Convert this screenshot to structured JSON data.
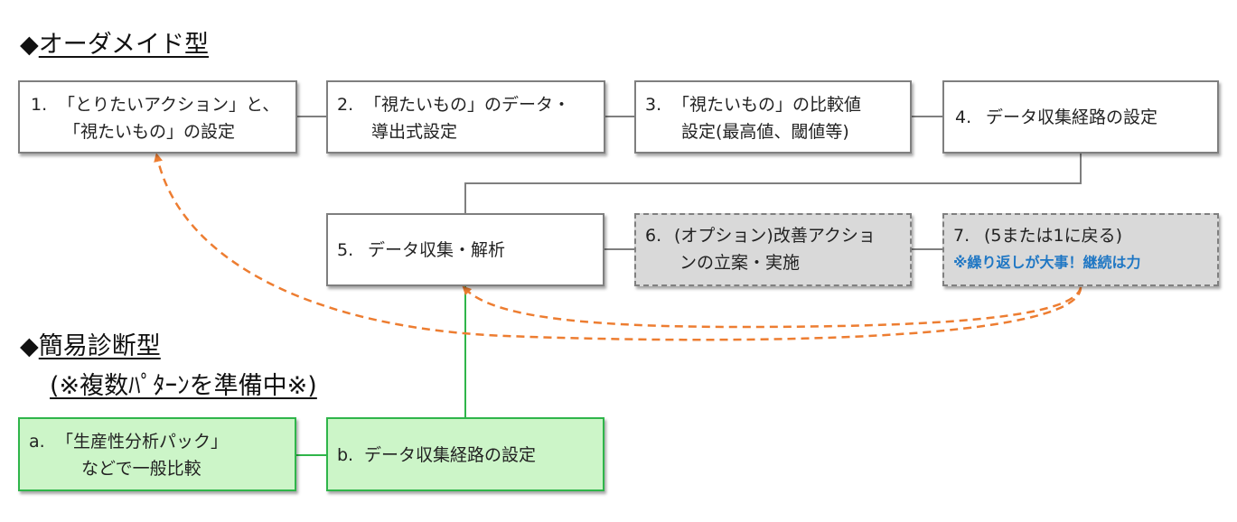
{
  "headings": {
    "custom": {
      "marker": "◆",
      "text": "オーダメイド型"
    },
    "simple": {
      "marker": "◆",
      "text": "簡易診断型",
      "sub": "(※複数ﾊﾟﾀｰﾝを準備中※)"
    }
  },
  "custom_steps": [
    {
      "num": "1.",
      "line1": "「とりたいアクション」と、",
      "line2": "「視たいもの」の設定"
    },
    {
      "num": "2.",
      "line1": "「視たいもの」のデータ・",
      "line2": "導出式設定"
    },
    {
      "num": "3.",
      "line1": "「視たいもの」の比較値",
      "line2": "設定(最高値、閾値等)"
    },
    {
      "num": "4.",
      "line1": "データ収集経路の設定"
    },
    {
      "num": "5.",
      "line1": "データ収集・解析"
    },
    {
      "num": "6.",
      "line1": "(オプション)改善アクショ",
      "line2": "ンの立案・実施"
    },
    {
      "num": "7.",
      "line1": "(5または1に戻る)",
      "note": "※繰り返しが大事！継続は力"
    }
  ],
  "simple_steps": [
    {
      "num": "a.",
      "line1": "「生産性分析パック」",
      "line2": "などで一般比較"
    },
    {
      "num": "b.",
      "line1": "データ収集経路の設定"
    }
  ],
  "colors": {
    "box_border": "#7f7f7f",
    "optional_fill": "#d9d9d9",
    "simple_fill": "#ccf5c8",
    "simple_border": "#2fb54a",
    "loop_arrow": "#ed7d31",
    "note_text": "#1f77c4"
  }
}
